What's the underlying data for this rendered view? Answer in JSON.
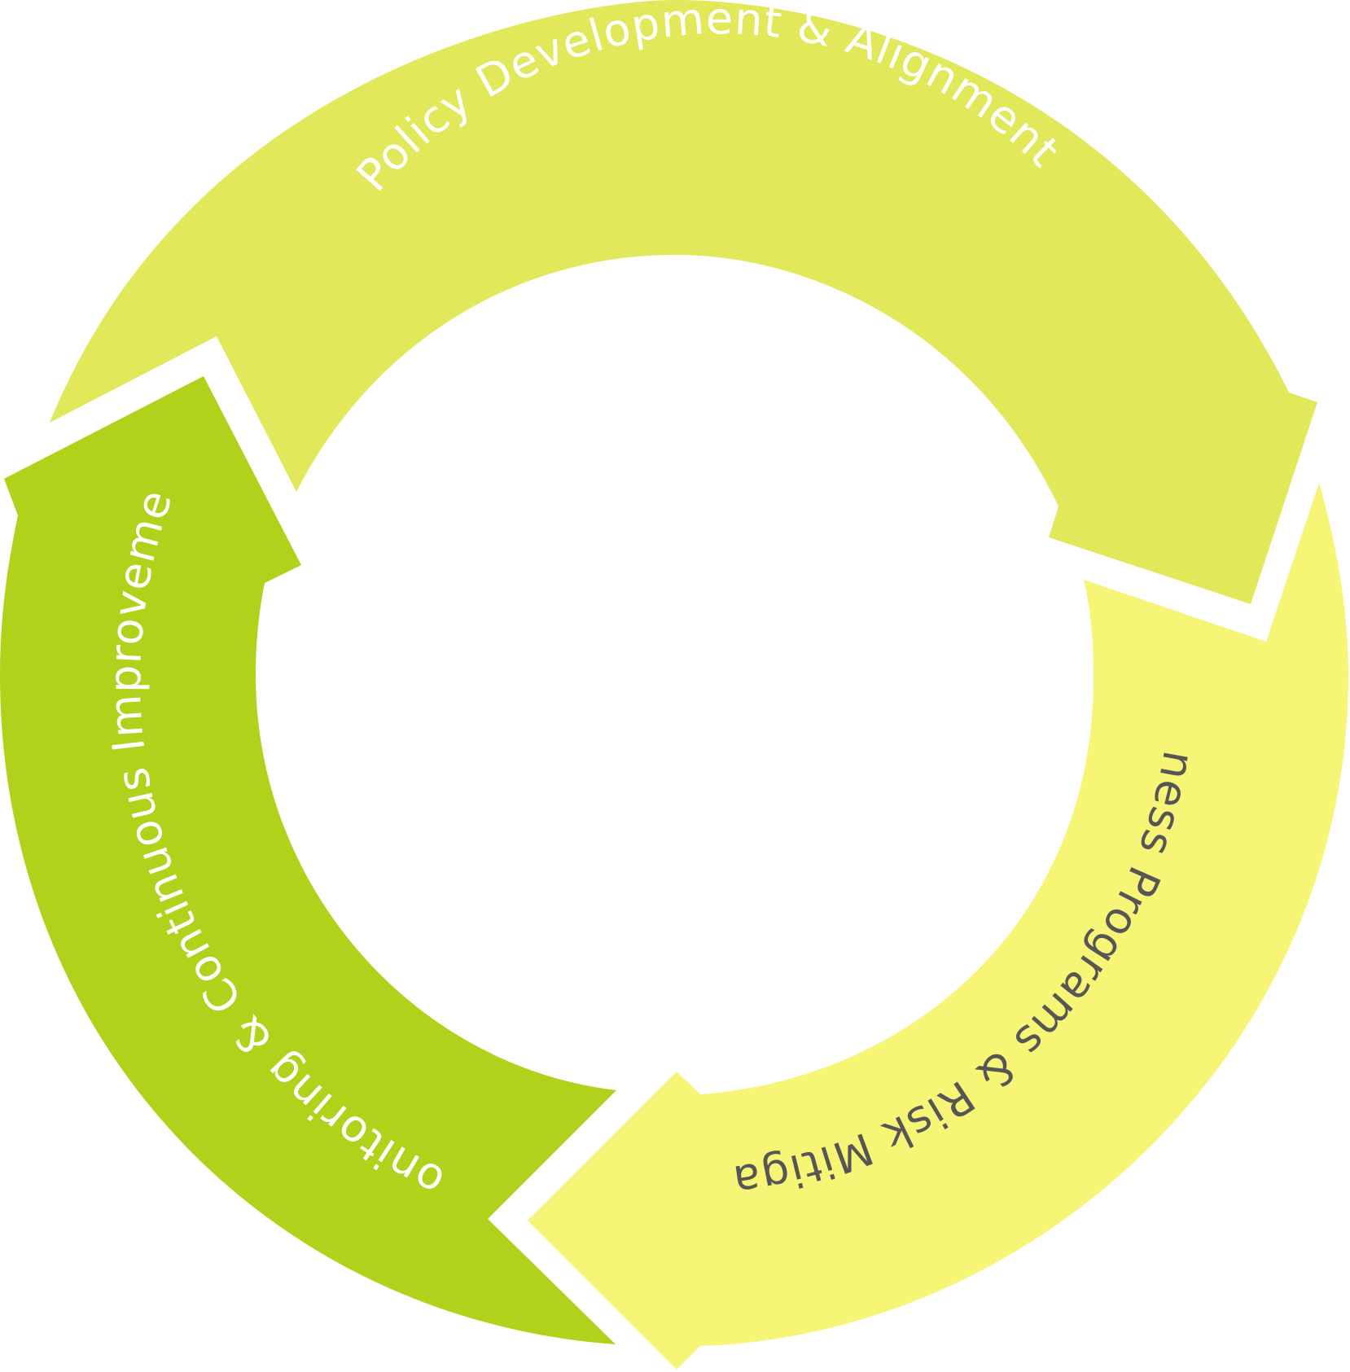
{
  "diagram": {
    "type": "cycle",
    "segments": [
      {
        "label": "Policy Development & Alignment",
        "color": "#e1e95a",
        "text_color": "#ffffff"
      },
      {
        "label": "Wellness Programs & Risk Mitigation",
        "color": "#f6f575",
        "text_color": "#565656"
      },
      {
        "label": "Monitoring & Continuous Improvement",
        "color": "#b0d21a",
        "text_color": "#ffffff"
      }
    ]
  }
}
